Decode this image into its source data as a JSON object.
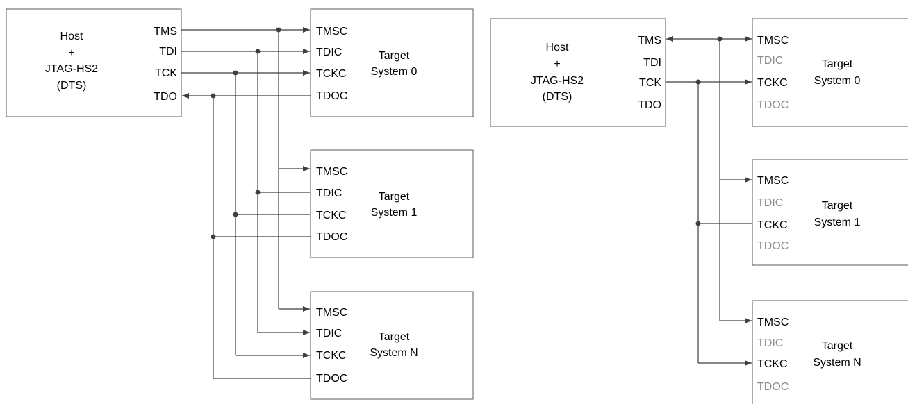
{
  "left_config": {
    "host": {
      "lines": [
        "Host",
        "+",
        "JTAG-HS2",
        "(DTS)"
      ],
      "pins": [
        "TMS",
        "TDI",
        "TCK",
        "TDO"
      ]
    },
    "targets": [
      {
        "line1": "Target",
        "line2": "System 0",
        "pins": [
          "TMSC",
          "TDIC",
          "TCKC",
          "TDOC"
        ]
      },
      {
        "line1": "Target",
        "line2": "System 1",
        "pins": [
          "TMSC",
          "TDIC",
          "TCKC",
          "TDOC"
        ]
      },
      {
        "line1": "Target",
        "line2": "System N",
        "pins": [
          "TMSC",
          "TDIC",
          "TCKC",
          "TDOC"
        ]
      }
    ]
  },
  "right_config": {
    "host": {
      "lines": [
        "Host",
        "+",
        "JTAG-HS2",
        "(DTS)"
      ],
      "pins": [
        "TMS",
        "TDI",
        "TCK",
        "TDO"
      ]
    },
    "targets": [
      {
        "line1": "Target",
        "line2": "System 0",
        "pins": [
          "TMSC",
          "TDIC",
          "TCKC",
          "TDOC"
        ],
        "inactive_pins": [
          "TDIC",
          "TDOC"
        ]
      },
      {
        "line1": "Target",
        "line2": "System 1",
        "pins": [
          "TMSC",
          "TDIC",
          "TCKC",
          "TDOC"
        ],
        "inactive_pins": [
          "TDIC",
          "TDOC"
        ]
      },
      {
        "line1": "Target",
        "line2": "System N",
        "pins": [
          "TMSC",
          "TDIC",
          "TCKC",
          "TDOC"
        ],
        "inactive_pins": [
          "TDIC",
          "TDOC"
        ]
      }
    ]
  },
  "colors": {
    "wire": "#3f3f3f",
    "box_border": "#595959",
    "inactive_text": "#8c8c8c"
  }
}
